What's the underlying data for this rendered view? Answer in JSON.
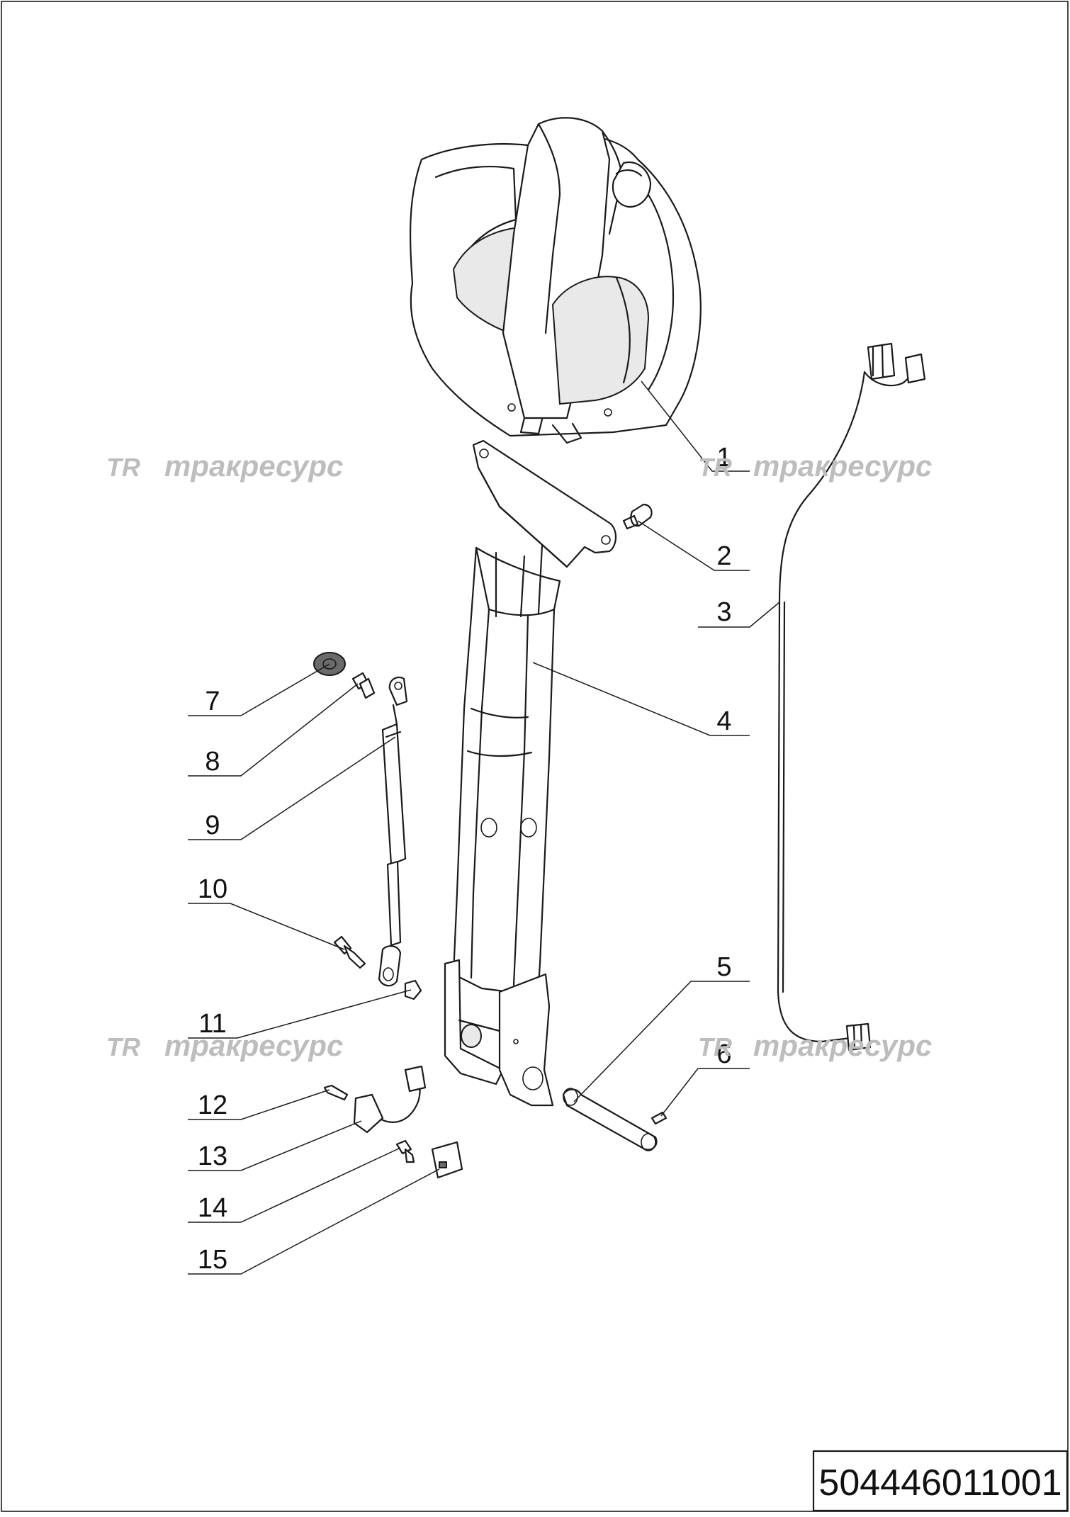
{
  "watermark": {
    "logo": "TR",
    "text": "тракресурс"
  },
  "callouts": {
    "c1": "1",
    "c2": "2",
    "c3": "3",
    "c4": "4",
    "c5": "5",
    "c6": "6",
    "c7": "7",
    "c8": "8",
    "c9": "9",
    "c10": "10",
    "c11": "11",
    "c12": "12",
    "c13": "13",
    "c14": "14",
    "c15": "15"
  },
  "drawing_number": "504446011001",
  "colors": {
    "line": "#1a1a1a",
    "watermark": "#bdbdbd"
  }
}
